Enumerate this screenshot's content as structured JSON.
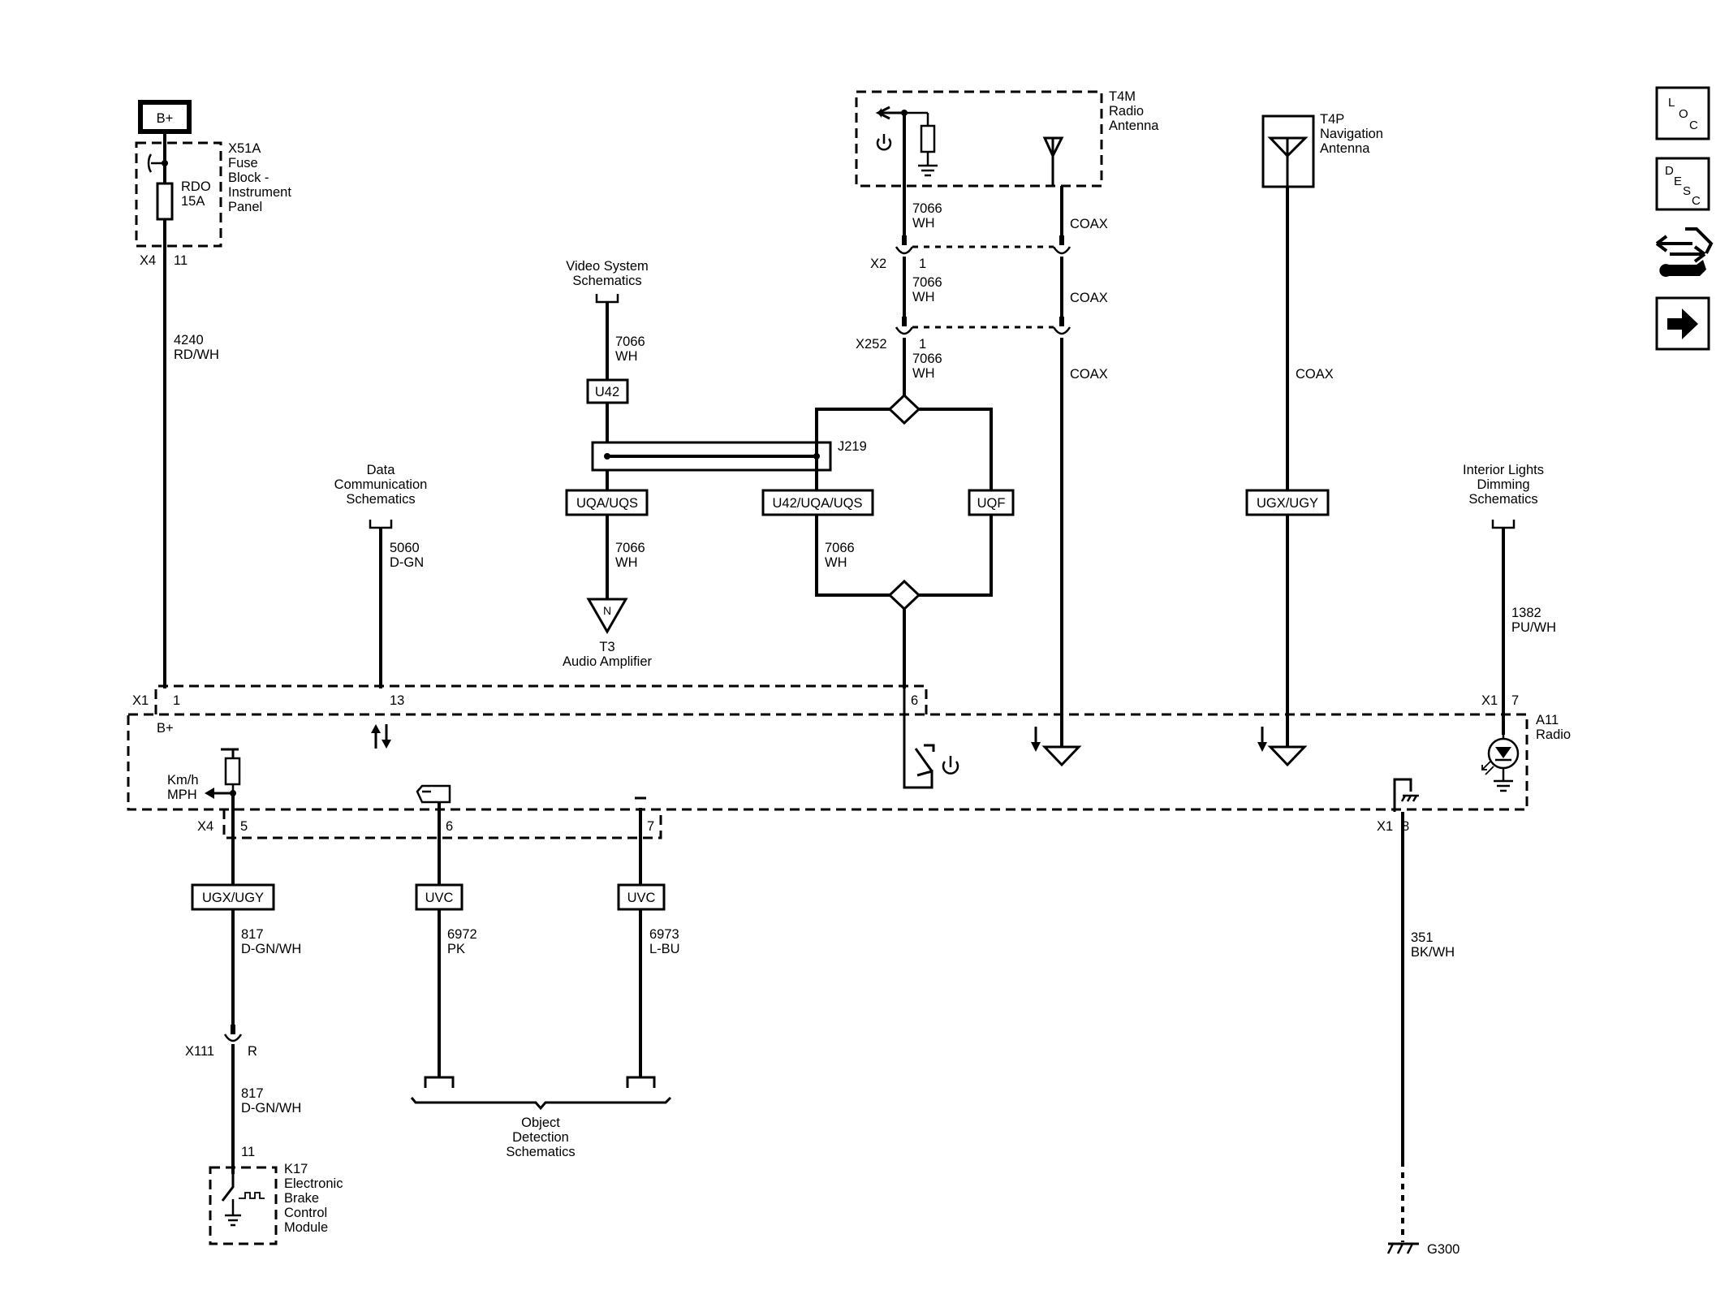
{
  "components": {
    "bplus": "B+",
    "x51a": [
      "X51A",
      "Fuse",
      "Block -",
      "Instrument",
      "Panel"
    ],
    "fuse": [
      "RDO",
      "15A"
    ],
    "t4m": [
      "T4M",
      "Radio",
      "Antenna"
    ],
    "t4p": [
      "T4P",
      "Navigation",
      "Antenna"
    ],
    "t3": [
      "T3",
      "Audio Amplifier"
    ],
    "t3_symbol": "N",
    "a11": [
      "A11",
      "Radio"
    ],
    "k17": [
      "K17",
      "Electronic",
      "Brake",
      "Control",
      "Module"
    ],
    "g300": "G300",
    "kmh": [
      "Km/h",
      "MPH"
    ]
  },
  "references": {
    "video": [
      "Video System",
      "Schematics"
    ],
    "data_comm": [
      "Data",
      "Communication",
      "Schematics"
    ],
    "interior": [
      "Interior Lights",
      "Dimming",
      "Schematics"
    ],
    "object": [
      "Object",
      "Detection",
      "Schematics"
    ]
  },
  "connectors": {
    "x4_top": "X4",
    "x4_top_pin": "11",
    "x2": "X2",
    "x2_pin": "1",
    "x252": "X252",
    "x252_pin": "1",
    "j219": "J219",
    "x1_left": "X1",
    "x1_pin1": "1",
    "x1_pin13": "13",
    "x1_pin6": "6",
    "x1_right": "X1",
    "x1_pin7": "7",
    "bplus_pin": "B+",
    "x4_bottom": "X4",
    "x4_pin5": "5",
    "x4_pin6": "6",
    "x4_pin7": "7",
    "x1_bottom": "X1",
    "x1_pin8": "8",
    "x111": "X111",
    "x111_pin": "R",
    "k17_pin": "11"
  },
  "wires": {
    "w4240": [
      "4240",
      "RD/WH"
    ],
    "w5060": [
      "5060",
      "D-GN"
    ],
    "w7066_video": [
      "7066",
      "WH"
    ],
    "w7066_amp": [
      "7066",
      "WH"
    ],
    "w7066_mid": [
      "7066",
      "WH"
    ],
    "w7066_a": [
      "7066",
      "WH"
    ],
    "w7066_b": [
      "7066",
      "WH"
    ],
    "w7066_c": [
      "7066",
      "WH"
    ],
    "coax1": "COAX",
    "coax2": "COAX",
    "coax3": "COAX",
    "coax_nav": "COAX",
    "w1382": [
      "1382",
      "PU/WH"
    ],
    "w817_a": [
      "817",
      "D-GN/WH"
    ],
    "w817_b": [
      "817",
      "D-GN/WH"
    ],
    "w6972": [
      "6972",
      "PK"
    ],
    "w6973": [
      "6973",
      "L-BU"
    ],
    "w351": [
      "351",
      "BK/WH"
    ]
  },
  "options": {
    "uqa_uqs": "UQA/UQS",
    "u42": "U42",
    "u42_uqa_uqs": "U42/UQA/UQS",
    "uqf": "UQF",
    "ugx_ugy_nav": "UGX/UGY",
    "ugx_ugy_speed": "UGX/UGY",
    "uvc_1": "UVC",
    "uvc_2": "UVC"
  },
  "toolbar": {
    "loc": [
      "L",
      "O",
      "C"
    ],
    "desc": [
      "D",
      "E",
      "S",
      "C"
    ]
  }
}
